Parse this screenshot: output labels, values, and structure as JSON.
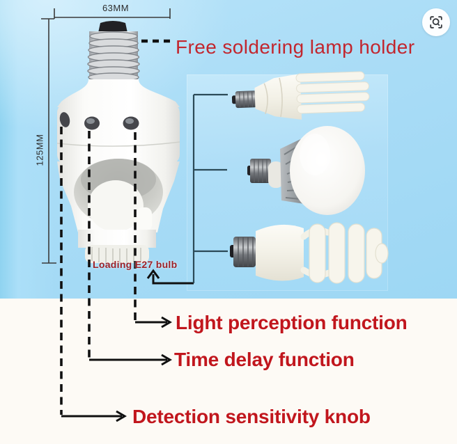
{
  "scene": {
    "description_role": "annotated product diagram of a sensor lamp holder",
    "background_blue": "#a8dcf7",
    "background_bottom": "#fdfaf5"
  },
  "toolbar": {
    "image_search_icon": "lens-search-icon"
  },
  "dimensions": {
    "width": "63MM",
    "height": "125MM"
  },
  "callouts": {
    "free_soldering": "Free soldering lamp holder",
    "loading_bulb": "Loading E27 bulb",
    "light_perception": "Light perception function",
    "time_delay": "Time delay function",
    "detection_knob": "Detection sensitivity knob"
  },
  "illustrations": {
    "product": "sensor-lamp-holder-e27",
    "bulbs": [
      {
        "name": "u-tube-cfl-bulb"
      },
      {
        "name": "led-globe-bulb"
      },
      {
        "name": "spiral-cfl-bulb"
      }
    ]
  },
  "colors": {
    "callout_red": "#c1161d",
    "free_soldering_red": "#c2262e",
    "loading_dark_red": "#9e2127",
    "dimension_text": "#2c2c2c",
    "connector_black": "#101010",
    "bracket_slate": "#2b4a57"
  }
}
